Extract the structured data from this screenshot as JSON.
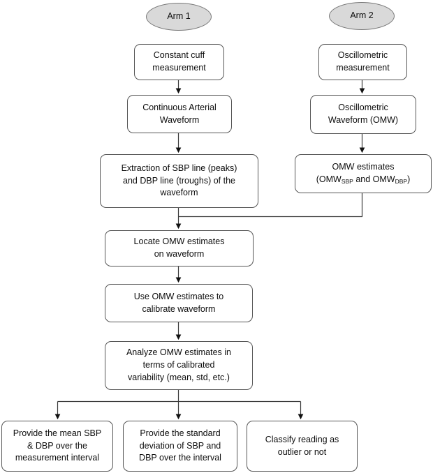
{
  "diagram": {
    "type": "flowchart",
    "colors": {
      "box_fill": "#ffffff",
      "box_border": "#565656",
      "ellipse_fill": "#d9d9d9",
      "ellipse_border": "#787878",
      "line": "#3a3a3a",
      "arrowhead": "#111111",
      "text": "#0d0d0d"
    },
    "nodes": {
      "arm1": {
        "label": "Arm 1"
      },
      "arm2": {
        "label": "Arm 2"
      },
      "constant_cuff": {
        "lines": [
          "Constant cuff",
          "measurement"
        ]
      },
      "osc_measurement": {
        "lines": [
          "Oscillometric",
          "measurement"
        ]
      },
      "caw": {
        "lines": [
          "Continuous Arterial",
          "Waveform"
        ]
      },
      "omw": {
        "lines": [
          "Oscillometric",
          "Waveform (OMW)"
        ]
      },
      "extraction": {
        "lines": [
          "Extraction of SBP line (peaks)",
          "and DBP line (troughs) of the",
          "waveform"
        ]
      },
      "omw_estimates": {
        "line1": "OMW estimates",
        "line2": {
          "p1": "(OMW",
          "sub1": "SBP",
          "p2": " and OMW",
          "sub2": "DBP",
          "p3": ")"
        }
      },
      "locate": {
        "lines": [
          "Locate OMW estimates",
          "on waveform"
        ]
      },
      "calibrate": {
        "lines": [
          "Use OMW estimates to",
          "calibrate waveform"
        ]
      },
      "analyze": {
        "lines": [
          "Analyze OMW estimates in",
          "terms of calibrated",
          "variability (mean, std, etc.)"
        ]
      },
      "mean": {
        "lines": [
          "Provide the mean SBP",
          "& DBP over the",
          "measurement interval"
        ]
      },
      "std": {
        "lines": [
          "Provide the standard",
          "deviation of SBP and",
          "DBP over the interval"
        ]
      },
      "classify": {
        "lines": [
          "Classify reading as",
          "outlier or not"
        ]
      }
    },
    "edges": [
      {
        "from": "constant_cuff",
        "to": "caw"
      },
      {
        "from": "caw",
        "to": "extraction"
      },
      {
        "from": "osc_measurement",
        "to": "omw"
      },
      {
        "from": "omw",
        "to": "omw_estimates"
      },
      {
        "from": "extraction",
        "to": "locate"
      },
      {
        "from": "omw_estimates",
        "to": "locate"
      },
      {
        "from": "locate",
        "to": "calibrate"
      },
      {
        "from": "calibrate",
        "to": "analyze"
      },
      {
        "from": "analyze",
        "to": "mean"
      },
      {
        "from": "analyze",
        "to": "std"
      },
      {
        "from": "analyze",
        "to": "classify"
      }
    ]
  }
}
